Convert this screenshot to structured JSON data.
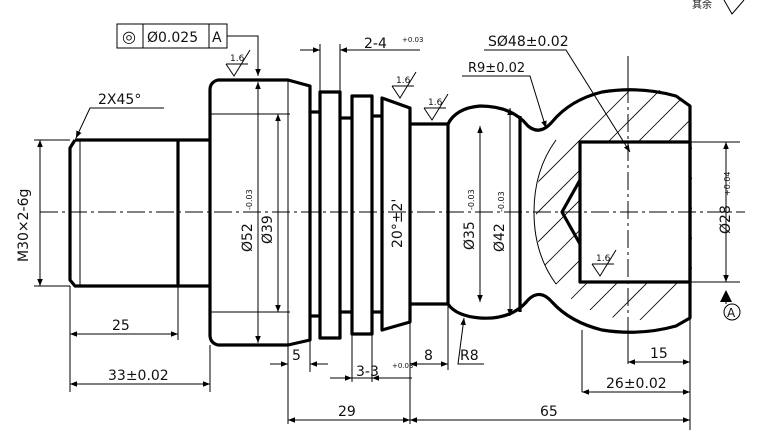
{
  "drawing": {
    "corner_note": "其余",
    "tolerance_frame": {
      "symbol": "◎",
      "value": "Ø0.025",
      "datum": "A"
    },
    "datum_label": "A",
    "roughness": [
      "1.6",
      "1.6",
      "1.6",
      "1.6"
    ],
    "labels": {
      "chamfer": "2X45°",
      "thread": "M30×2-6g",
      "groove_spec": "2-4",
      "groove_tol": "+0.03",
      "groove_width_spec": "3-3",
      "groove_width_tol": "+0.03",
      "sphere": "SØ48±0.02",
      "r9": "R9±0.02",
      "d52": "Ø52",
      "d52_tol": "-0.03",
      "d39": "Ø39",
      "taper": "20°±2'",
      "d35": "Ø35",
      "d35_tol": "-0.03",
      "d42": "Ø42",
      "d42_tol": "-0.03",
      "d28": "Ø28",
      "d28_tol": "+0.04",
      "dim_25": "25",
      "dim_33": "33±0.02",
      "dim_5": "5",
      "dim_8": "8",
      "r8": "R8",
      "dim_15": "15",
      "dim_26": "26±0.02",
      "dim_29": "29",
      "dim_65": "65"
    }
  }
}
